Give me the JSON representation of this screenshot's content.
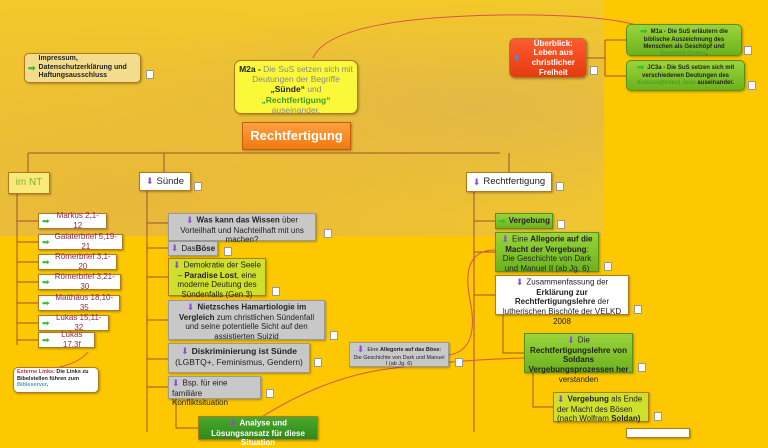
{
  "central": {
    "title": "Rechtfertigung",
    "goal_prefix": "M2a - ",
    "goal_text1": "Die SuS setzen sich mit Deutungen der Begriffe ",
    "goal_b1": "„Sünde“",
    "goal_and": " und ",
    "goal_b2": "„Rechtfertigung“",
    "goal_end": " auseinander."
  },
  "impressum": "Impressum, Datenschutzerklärung und Haftungsausschluss",
  "overview": {
    "label": "Überblick: Leben aus christlicher Freiheit"
  },
  "goals": [
    {
      "prefix": "M1a - Die SuS erläutern die biblische Auszeichnung des Menschen als Geschöpf und ",
      "link": "Ebenbild Gottes",
      "suffix": "."
    },
    {
      "prefix": "JC3a - Die SuS setzen sich mit verschiedenen Deutungen des ",
      "link": "Kreuzes(todes) Jesu",
      "suffix": " auseinander."
    }
  ],
  "branches": {
    "nt": "im NT",
    "suende": "Sünde",
    "rf": "Rechtfertigung"
  },
  "bible": [
    "Markus 2,1-12",
    "Galaterbrief 5,19-21",
    "Römerbrief 3,1-20",
    "Römerbrief 3,21-30",
    "Matthäus 18,10-35",
    "Lukas 15,11-32",
    "Lukas 17,3f"
  ],
  "ext_note": {
    "b": "Externe Links:",
    "t1": " Die Links zu Bibelstellen führen zum ",
    "link": "Bibleserver",
    "t2": "."
  },
  "suende_items": {
    "wissen_b": "Was kann das Wissen",
    "wissen": " über Vorteilhaft und Nachteilhaft mit uns machen?",
    "boese_pre": "Das ",
    "boese_b": "Böse",
    "demo1": "Demokratie der Seele – ",
    "demo_b": "Paradise Lost",
    "demo2": ", eine moderne Deutung des Sündenfalls (Gen 3)",
    "nietz_b": "Nietzsches Hamartiologie im Vergleich",
    "nietz": " zum christlichen Sündenfall und seine potentielle Sicht auf den assistierten Suizid",
    "disk_b": "Diskriminierung ist Sünde",
    "disk": " (LGBTQ+, Feminismus, Gendern)",
    "bsp": "Bsp. für eine familiäre Konfliktsituation",
    "analyse": "Analyse und Lösungsansatz für diese Situation",
    "alleg_pre": "Eine ",
    "alleg_b": "Allegorie auf das Böse:",
    "alleg": " Die Geschichte von Dark und Manuel I (ab Jg. 6)"
  },
  "rf_items": {
    "verg": "Vergebung",
    "macht_pre": "Eine ",
    "macht_b": "Allegorie auf die Macht der Vergebung",
    "macht": ": Die Geschichte von Dark und Manuel II (ab Jg. 6)",
    "zus_pre": "Zusammenfassung der ",
    "zus_b": "Erklärung zur Rechtfertigungslehre",
    "zus": " der lutherischen Bischöfe der VELKD 2008",
    "sol_pre": "Die ",
    "sol_b": "Rechtfertigungslehre von Soldans Vergebungsprozessen her",
    "sol": " verstanden",
    "ende_b": "Vergebung",
    "ende": " als Ende der Macht des Bösen (nach Wolfram ",
    "ende_b2": "Soldan)"
  }
}
